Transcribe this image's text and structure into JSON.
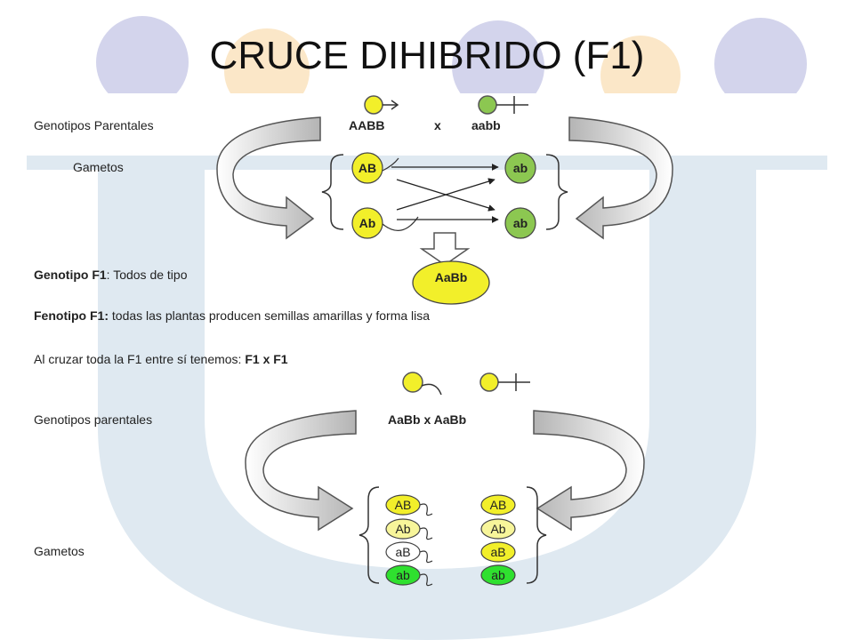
{
  "title": "CRUCE DIHIBRIDO (F1)",
  "labels": {
    "genotipos_parentales_1": "Genotipos Parentales",
    "gametos_1": "Gametos",
    "genotipo_f1_label": "Genotipo F1",
    "genotipo_f1_text": ": Todos de tipo",
    "fenotipo_f1_label": "Fenotipo F1:",
    "fenotipo_f1_text": " todas las plantas producen semillas amarillas y forma lisa",
    "cruzar_text": "Al cruzar toda la F1 entre sí tenemos: ",
    "cruzar_f1": "F1  x  F1",
    "genotipos_parentales_2": "Genotipos parentales",
    "gametos_2": "Gametos"
  },
  "cross1": {
    "parent_female": "AABB",
    "cross_sign": "x",
    "parent_male": "aabb",
    "gametes_left": [
      "AB",
      "Ab"
    ],
    "gametes_right": [
      "ab",
      "ab"
    ],
    "f1_genotype": "AaBb"
  },
  "cross2": {
    "parents": "AaBb x AaBb",
    "gametes_left": [
      "AB",
      "Ab",
      "aB",
      "ab"
    ],
    "gametes_right": [
      "AB",
      "Ab",
      "aB",
      "ab"
    ]
  },
  "colors": {
    "yellow": "#f2ef2a",
    "green_dark": "#8cc751",
    "green_bright": "#2fe02f",
    "watermark_blue": "#dbe6ef",
    "circle_purple": "#d3d4ec",
    "circle_peach": "#fbe7c8"
  }
}
